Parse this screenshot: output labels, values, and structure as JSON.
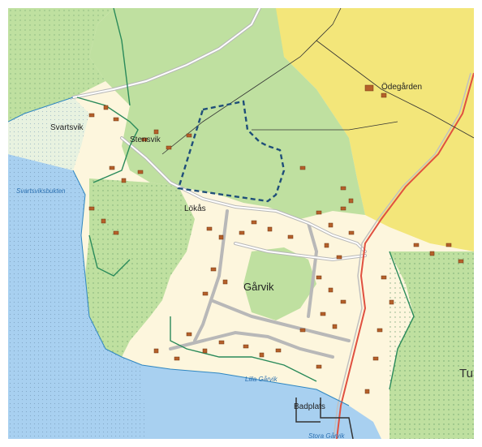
{
  "map": {
    "places": {
      "svartsvik": "Svartsvik",
      "stensvik": "Stensvik",
      "odegarden": "Ödegården",
      "lokas": "Lökås",
      "garvik": "Gårvik",
      "tu": "Tu",
      "badplats": "Badplats"
    },
    "waters": {
      "svartsviksbukten": "Svartsviksbukten",
      "lilla_garvik": "Lilla Gårvik",
      "stora_garvik": "Stora Gårvik"
    },
    "colors": {
      "water": "#a8d0f0",
      "forest": "#bfe0a0",
      "field": "#f3e67a",
      "settlement": "#fdf6dd",
      "boundary": "#2a8a5a",
      "study_area": "#1f4e79",
      "railway": "#e05040"
    }
  }
}
